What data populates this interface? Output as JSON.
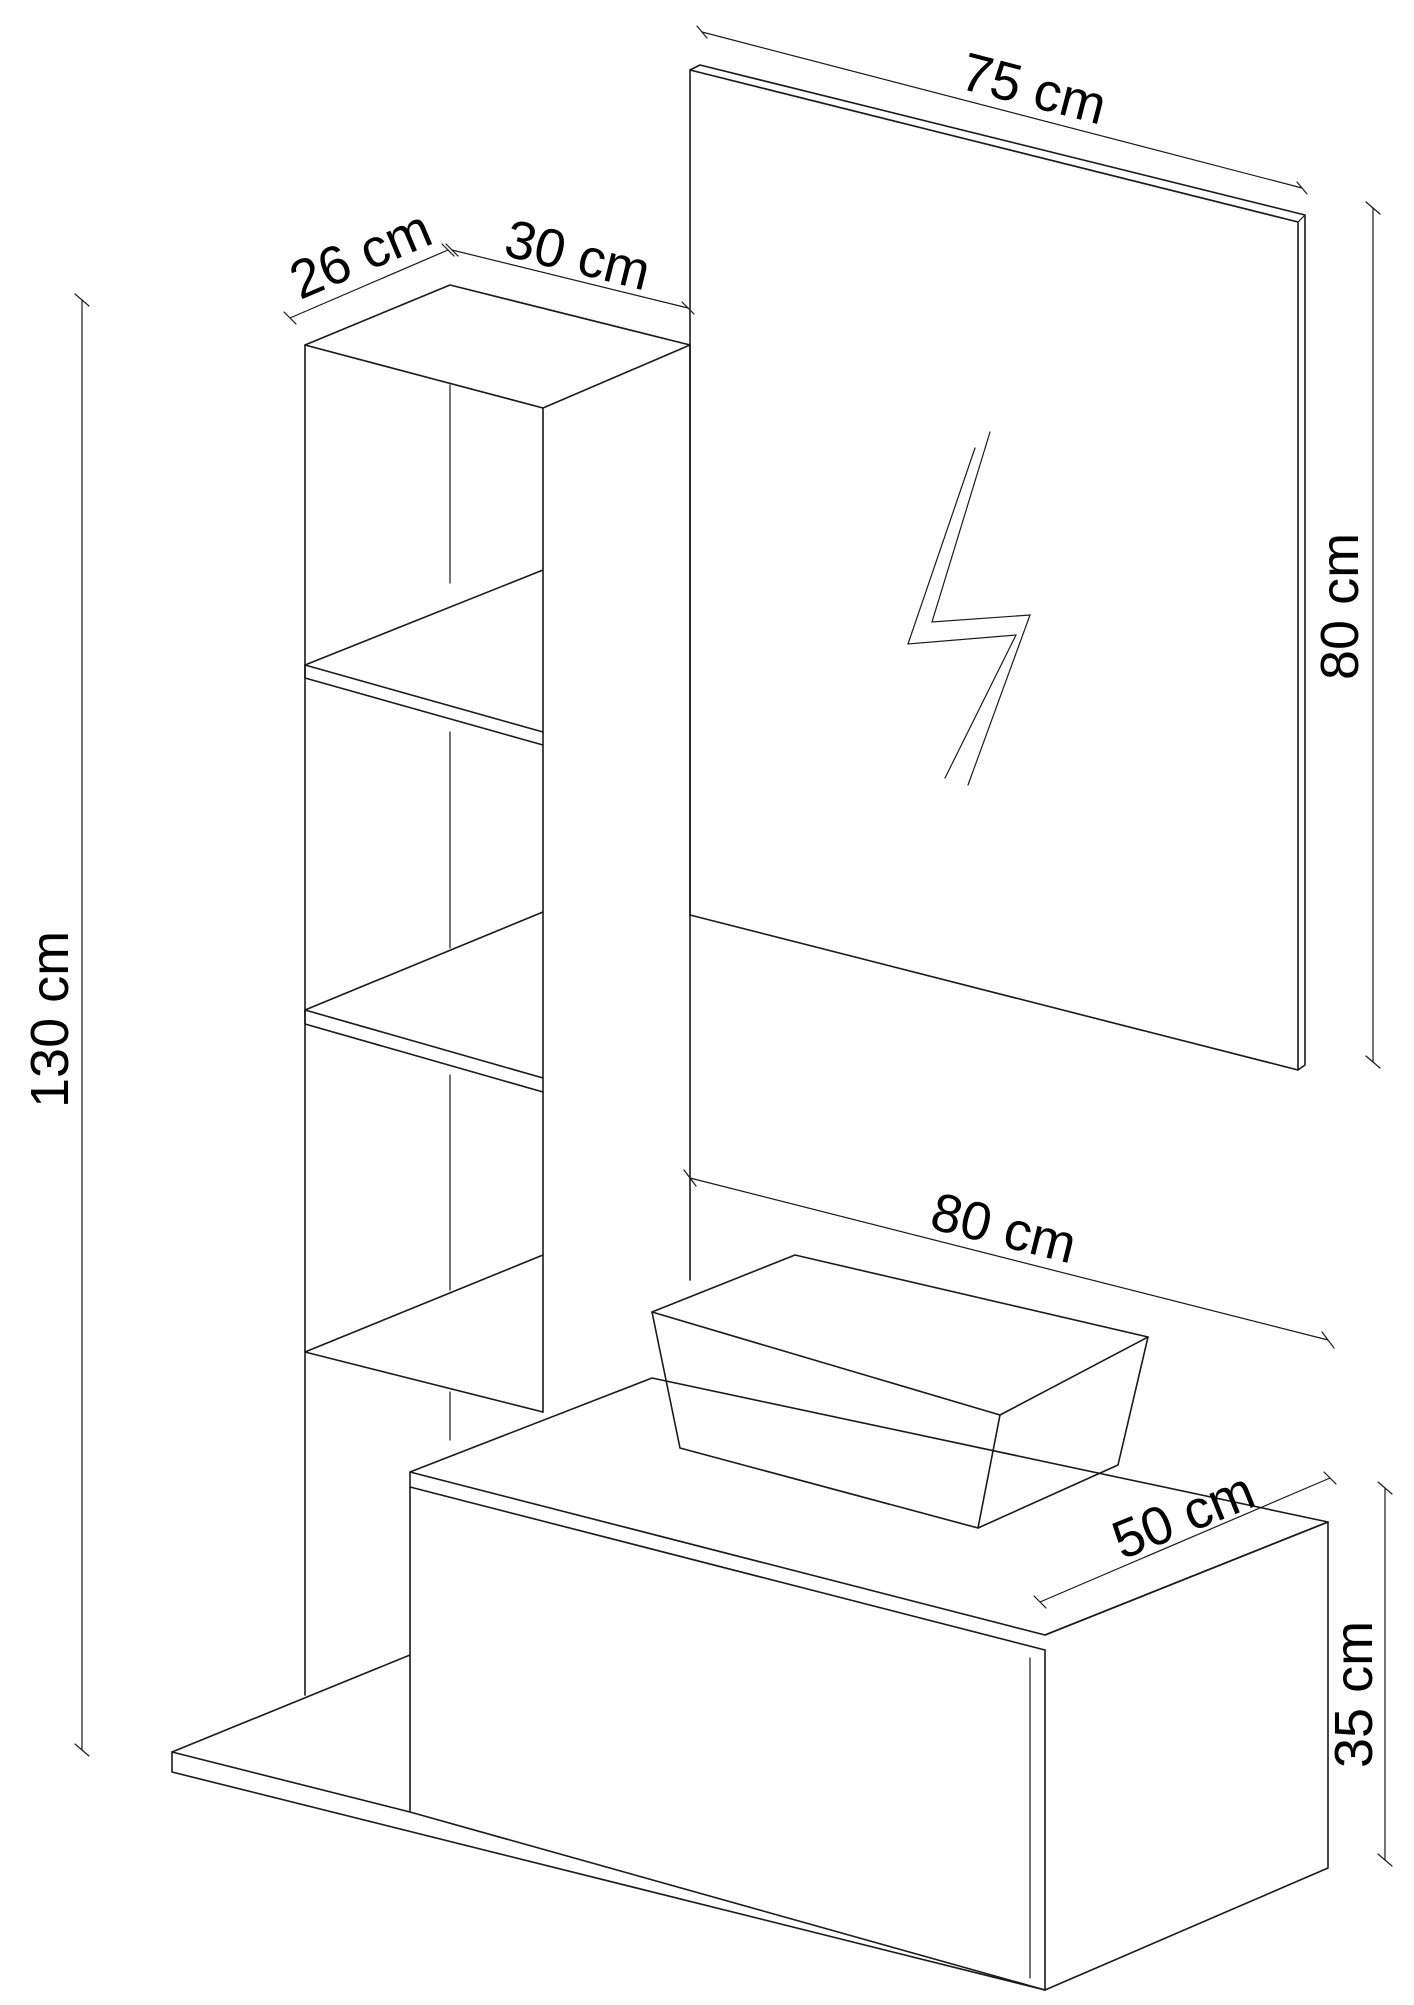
{
  "dimensions": {
    "mirror_width": "75 cm",
    "mirror_height": "80 cm",
    "shelf_depth": "26 cm",
    "shelf_width": "30 cm",
    "total_height": "130 cm",
    "cabinet_width": "80 cm",
    "cabinet_depth": "50 cm",
    "cabinet_height": "35 cm"
  }
}
